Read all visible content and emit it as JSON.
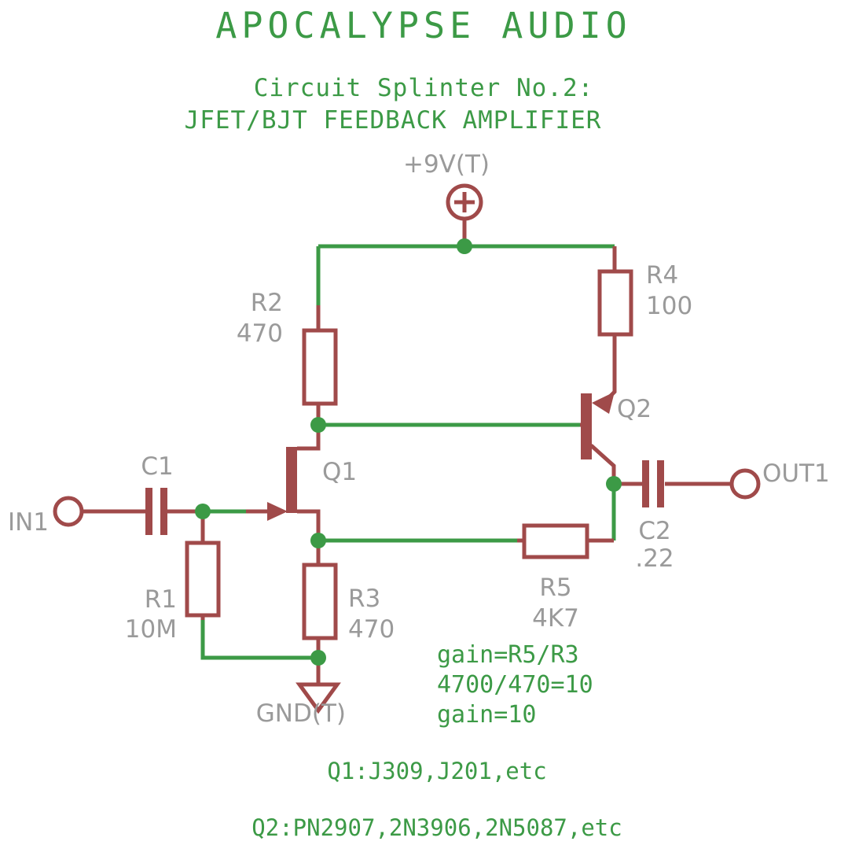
{
  "document": {
    "kind": "circuit-schematic",
    "brand_title": "APOCALYPSE AUDIO",
    "subtitle_line1": "Circuit Splinter No.2:",
    "subtitle_line2": "JFET/BJT FEEDBACK AMPLIFIER"
  },
  "colors": {
    "background": "#FFFFFF",
    "wire_green": "#3C9A46",
    "component_red": "#A04A4A",
    "label_gray": "#9A9A9A",
    "text_green": "#3C9A46"
  },
  "terminals": {
    "power": {
      "label": "+9V(T)",
      "symbol": "plus-in-circle"
    },
    "ground": {
      "label": "GND(T)",
      "symbol": "inverted-triangle"
    },
    "input": {
      "label": "IN1",
      "symbol": "open-circle"
    },
    "output": {
      "label": "OUT1",
      "symbol": "open-circle"
    }
  },
  "components": [
    {
      "ref": "C1",
      "type": "capacitor",
      "value": "",
      "orientation": "horizontal"
    },
    {
      "ref": "C2",
      "type": "capacitor",
      "value": ".22",
      "orientation": "horizontal"
    },
    {
      "ref": "R1",
      "type": "resistor",
      "value": "10M",
      "orientation": "vertical"
    },
    {
      "ref": "R2",
      "type": "resistor",
      "value": "470",
      "orientation": "vertical"
    },
    {
      "ref": "R3",
      "type": "resistor",
      "value": "470",
      "orientation": "vertical"
    },
    {
      "ref": "R4",
      "type": "resistor",
      "value": "100",
      "orientation": "vertical"
    },
    {
      "ref": "R5",
      "type": "resistor",
      "value": "4K7",
      "orientation": "horizontal"
    },
    {
      "ref": "Q1",
      "type": "jfet-n-channel",
      "value": "",
      "orientation": "vertical"
    },
    {
      "ref": "Q2",
      "type": "bjt-pnp",
      "value": "",
      "orientation": "vertical"
    }
  ],
  "labels": {
    "c1_ref": "C1",
    "c2_ref": "C2",
    "c2_val": ".22",
    "r1_ref": "R1",
    "r1_val": "10M",
    "r2_ref": "R2",
    "r2_val": "470",
    "r3_ref": "R3",
    "r3_val": "470",
    "r4_ref": "R4",
    "r4_val": "100",
    "r5_ref": "R5",
    "r5_val": "4K7",
    "q1_ref": "Q1",
    "q2_ref": "Q2",
    "in_ref": "IN1",
    "out_ref": "OUT1",
    "vcc_ref": "+9V(T)",
    "gnd_ref": "GND(T)"
  },
  "annotations": {
    "gain_line1": "gain=R5/R3",
    "gain_line2": "4700/470=10",
    "gain_line3": "gain=10"
  },
  "notes": {
    "q1_parts": "Q1:J309,J201,etc",
    "q2_parts": "Q2:PN2907,2N3906,2N5087,etc"
  }
}
